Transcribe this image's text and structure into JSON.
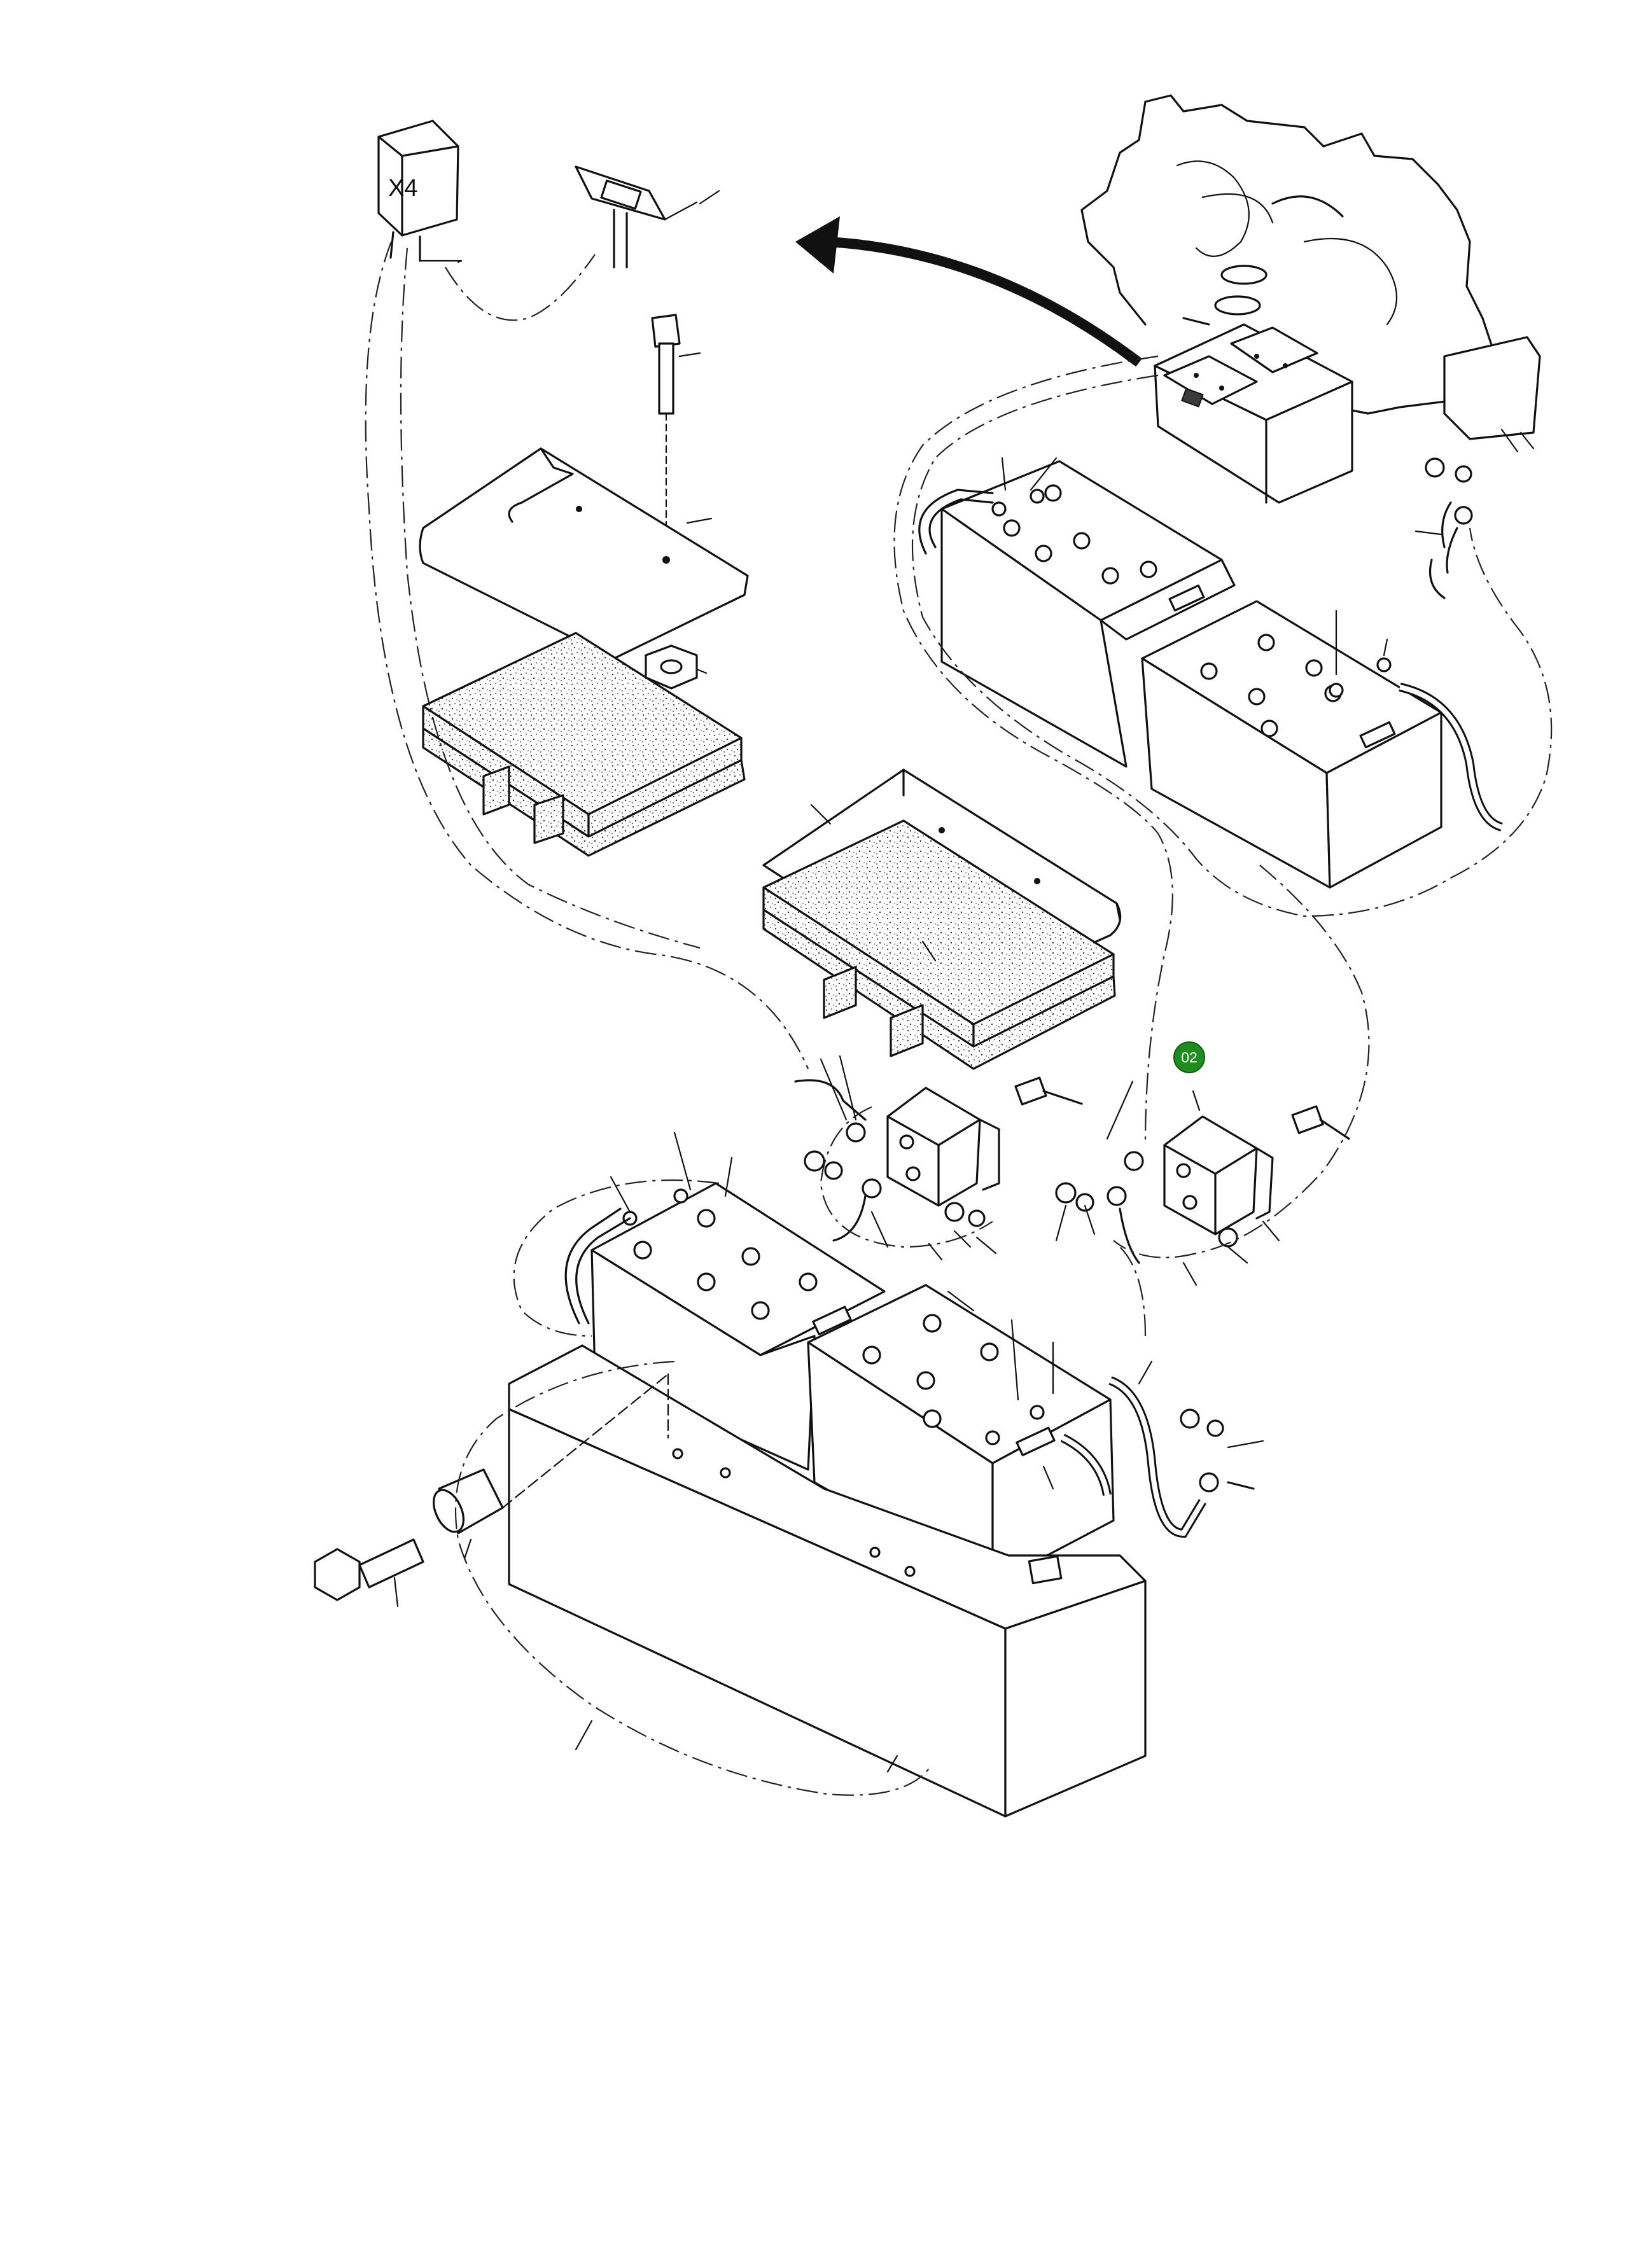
{
  "relay_box_label": "X4",
  "callouts": [
    {
      "id": "callout-02",
      "text": "02",
      "color": "#1f8c1f"
    }
  ]
}
